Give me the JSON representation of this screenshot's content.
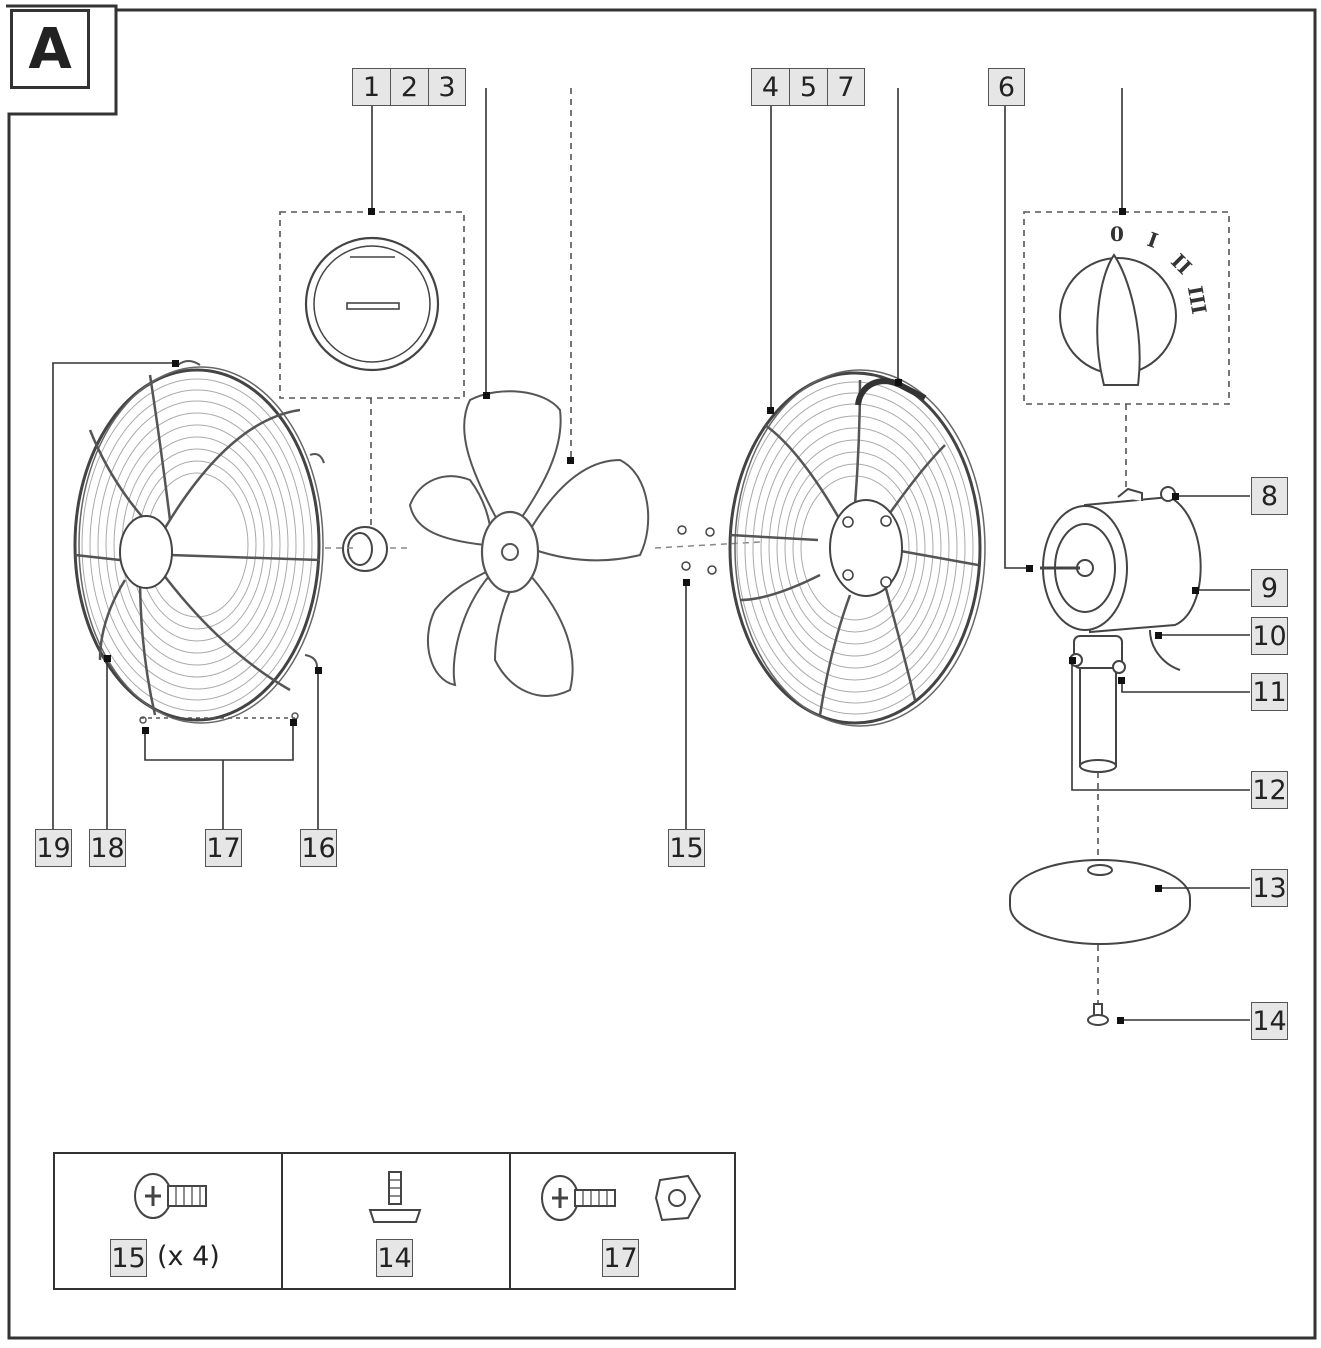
{
  "panel": {
    "letter": "A"
  },
  "labels": {
    "l1": "1",
    "l2": "2",
    "l3": "3",
    "l4": "4",
    "l5": "5",
    "l7": "7",
    "l6": "6",
    "l8": "8",
    "l9": "9",
    "l10": "10",
    "l11": "11",
    "l12": "12",
    "l13": "13",
    "l14": "14",
    "l15": "15",
    "l16": "16",
    "l17": "17",
    "l18": "18",
    "l19": "19"
  },
  "knob_positions": [
    "0",
    "I",
    "II",
    "III"
  ],
  "parts_table": [
    {
      "label": "15",
      "quantity": "(x 4)",
      "icon": "screw-icon"
    },
    {
      "label": "14",
      "icon": "base-screw-icon"
    },
    {
      "label": "17",
      "icon": "screw-and-nut-icon"
    }
  ]
}
